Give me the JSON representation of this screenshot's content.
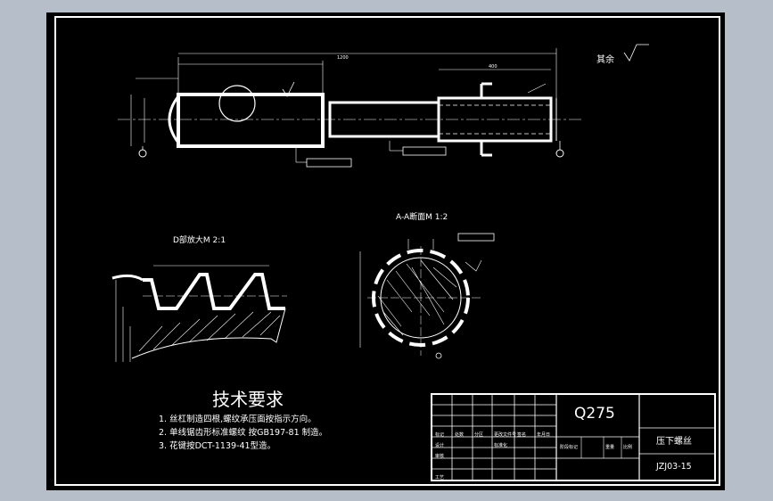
{
  "drawing": {
    "finish_note": "其余",
    "section_title": "A-A断面M 1:2",
    "detail_title": "D部放大M  2:1",
    "dim_total_length": "1200",
    "dim_spline_length": "400"
  },
  "requirements": {
    "title": "技术要求",
    "items": [
      "1. 丝杠制造四根,螺纹承压面按指示方向。",
      "2. 单线锯齿形标准螺纹 按GB197-81 制造。",
      "3. 花键按DCT-1139-41型造。"
    ]
  },
  "title_block": {
    "material": "Q275",
    "part_name": "压下螺丝",
    "drawing_no": "JZJ03-15",
    "labels": [
      "标记",
      "处数",
      "分区",
      "更改文件号",
      "签名",
      "年月日",
      "设计",
      "标准化",
      "审核",
      "工艺",
      "阶段标记",
      "重量",
      "比例"
    ]
  },
  "colors": {
    "background": "#b5bec9",
    "sheet": "#000000",
    "line": "#ffffff"
  }
}
